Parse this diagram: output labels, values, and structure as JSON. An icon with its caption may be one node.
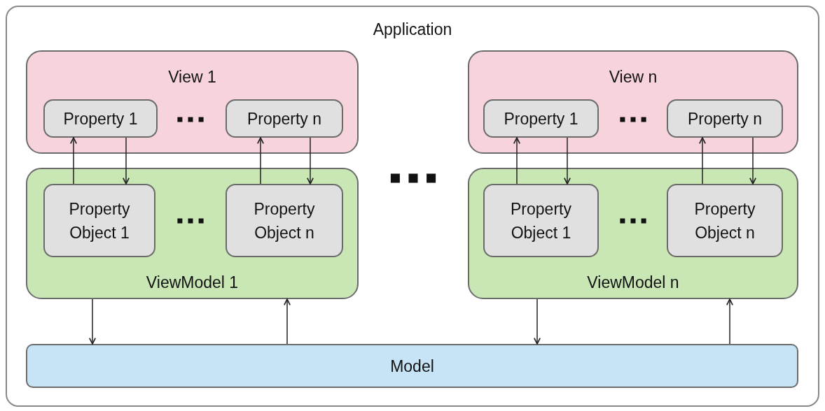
{
  "diagram": {
    "nodes": [
      {
        "text": [
          "Application"
        ]
      },
      {
        "text": [
          "View 1"
        ],
        "in": 0
      },
      {
        "text": [
          "Property 1"
        ],
        "in": 1
      },
      {
        "text": [
          "Property n"
        ],
        "in": 1
      },
      {
        "text": [
          "View n"
        ],
        "in": 0
      },
      {
        "text": [
          "Property 1"
        ],
        "in": 4
      },
      {
        "text": [
          "Property n"
        ],
        "in": 4
      },
      {
        "text": [
          "ViewModel 1"
        ],
        "in": 0
      },
      {
        "text": [
          "Property Object 1"
        ],
        "in": 7
      },
      {
        "text": [
          "Property Object n"
        ],
        "in": 7
      },
      {
        "text": [
          "ViewModel n"
        ],
        "in": 0
      },
      {
        "text": [
          "Property Object 1"
        ],
        "in": 10
      },
      {
        "text": [
          "Property Object n"
        ],
        "in": 10
      },
      {
        "text": [
          "Model"
        ],
        "in": 0
      }
    ],
    "edges": [
      {
        "from": 8,
        "to": 2,
        "arrow": "to"
      },
      {
        "from": 2,
        "to": 8,
        "arrow": "to"
      },
      {
        "from": 9,
        "to": 3,
        "arrow": "to"
      },
      {
        "from": 3,
        "to": 9,
        "arrow": "to"
      },
      {
        "from": 11,
        "to": 5,
        "arrow": "to"
      },
      {
        "from": 5,
        "to": 11,
        "arrow": "to"
      },
      {
        "from": 12,
        "to": 6,
        "arrow": "to"
      },
      {
        "from": 6,
        "to": 12,
        "arrow": "to"
      },
      {
        "from": 7,
        "to": 13,
        "arrow": "to"
      },
      {
        "from": 13,
        "to": 7,
        "arrow": "to"
      },
      {
        "from": 10,
        "to": 13,
        "arrow": "to"
      },
      {
        "from": 13,
        "to": 10,
        "arrow": "to"
      }
    ]
  }
}
